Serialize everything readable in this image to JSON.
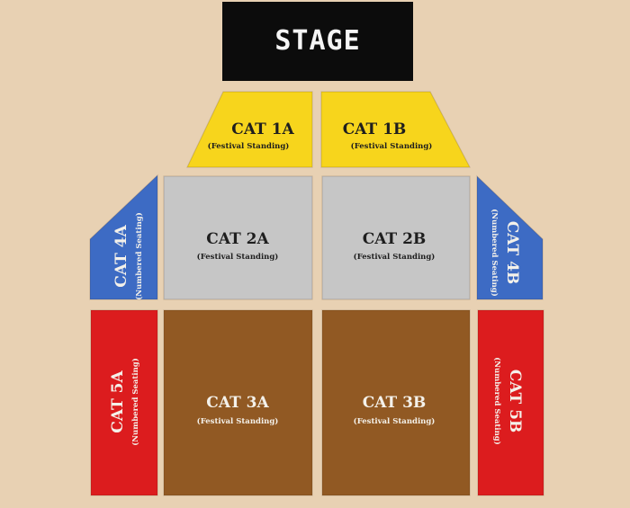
{
  "stage": {
    "label": "STAGE"
  },
  "colors": {
    "background": "#e8d1b3",
    "stage": "#0c0c0c",
    "cat1": "#f7d51c",
    "cat2": "#c6c6c6",
    "cat3": "#915923",
    "cat4": "#3d6bc4",
    "cat5": "#dc1c1e"
  },
  "sections": {
    "cat1a": {
      "title": "CAT 1A",
      "subtitle": "(Festival Standing)"
    },
    "cat1b": {
      "title": "CAT 1B",
      "subtitle": "(Festival Standing)"
    },
    "cat2a": {
      "title": "CAT 2A",
      "subtitle": "(Festival Standing)"
    },
    "cat2b": {
      "title": "CAT 2B",
      "subtitle": "(Festival Standing)"
    },
    "cat3a": {
      "title": "CAT 3A",
      "subtitle": "(Festival Standing)"
    },
    "cat3b": {
      "title": "CAT 3B",
      "subtitle": "(Festival Standing)"
    },
    "cat4a": {
      "title": "CAT 4A",
      "subtitle": "(Numbered Seating)"
    },
    "cat4b": {
      "title": "CAT 4B",
      "subtitle": "(Numbered Seating)"
    },
    "cat5a": {
      "title": "CAT 5A",
      "subtitle": "(Numbered Seating)"
    },
    "cat5b": {
      "title": "CAT 5B",
      "subtitle": "(Numbered Seating)"
    }
  }
}
